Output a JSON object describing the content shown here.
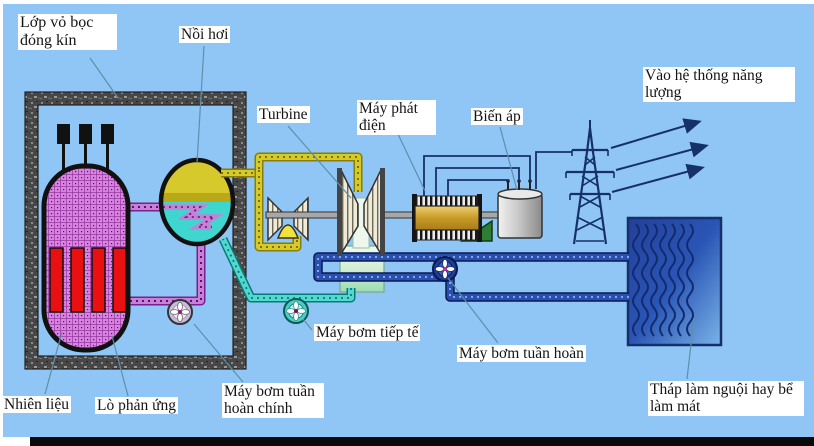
{
  "labels": {
    "containment": "Lớp vỏ bọc đóng kín",
    "steam_boiler": "Nồi hơi",
    "turbine": "Turbine",
    "generator": "Máy phát điện",
    "transformer": "Biến áp",
    "power_grid": "Vào hệ thống năng lượng",
    "fuel": "Nhiên liệu",
    "reactor": "Lò phản ứng",
    "primary_pump": "Máy bơm tuần hoàn chính",
    "feedwater_pump": "Máy bơm tiếp tế",
    "circulation_pump": "Máy bơm tuần hoàn",
    "cooling_tower": "Tháp làm nguội hay bể làm mát"
  },
  "colors": {
    "background": "#8FC6F6",
    "label_bg": "#FFFFFF",
    "label_text": "#141414",
    "primary_pipe": "#C87FD6",
    "steam_pipe": "#D6CA28",
    "feedwater_pipe": "#52D8D0",
    "cooling_pipe": "#2A4FAE",
    "fuel_rod": "#E81010",
    "reactor_fill": "#D884DC",
    "boiler_steam": "#D6C92C",
    "boiler_water": "#3ED6CE",
    "generator_body": "#C89A28",
    "transformer_body": "#C8C8C8",
    "pond_dark": "#23409A",
    "pond_light": "#7AB4E8",
    "wall": "#474747"
  }
}
